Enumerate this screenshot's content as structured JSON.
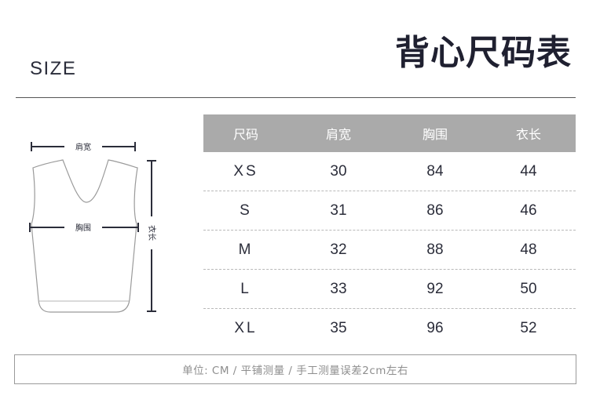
{
  "header": {
    "size_label": "SIZE",
    "title": "背心尺码表"
  },
  "diagram": {
    "shoulder_label": "肩宽",
    "chest_label": "胸围",
    "length_label": "衣长"
  },
  "table": {
    "headers": [
      "尺码",
      "肩宽",
      "胸围",
      "衣长"
    ],
    "rows": [
      [
        "XS",
        "30",
        "84",
        "44"
      ],
      [
        "S",
        "31",
        "86",
        "46"
      ],
      [
        "M",
        "32",
        "88",
        "48"
      ],
      [
        "L",
        "33",
        "92",
        "50"
      ],
      [
        "XL",
        "35",
        "96",
        "52"
      ]
    ]
  },
  "footer": {
    "note": "单位: CM / 平铺测量 / 手工测量误差2cm左右"
  }
}
